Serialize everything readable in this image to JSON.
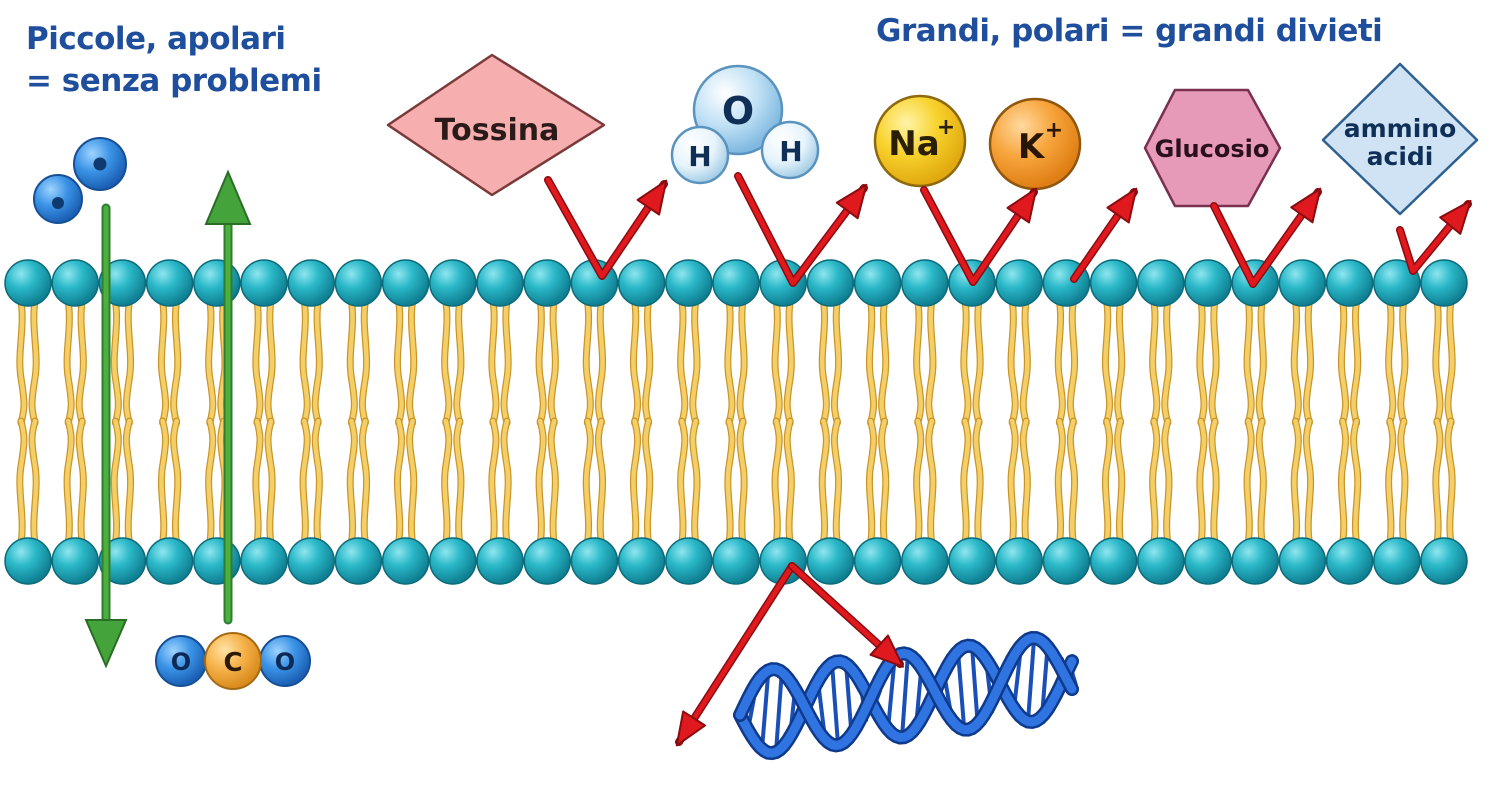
{
  "headings": {
    "small_nonpolar_line1": "Piccole, apolari",
    "small_nonpolar_line2": "= senza problemi",
    "large_polar": "Grandi, polari = grandi divieti"
  },
  "molecules": {
    "toxin": "Tossina",
    "water_oxygen": "O",
    "water_hydrogen_left": "H",
    "water_hydrogen_right": "H",
    "sodium": "Na",
    "sodium_charge": "+",
    "potassium": "K",
    "potassium_charge": "+",
    "glucose": "Glucosio",
    "amino_acids_line1": "ammino",
    "amino_acids_line2": "acidi",
    "co2_left": "O",
    "co2_center": "C",
    "co2_right": "O"
  },
  "colors": {
    "heading_text": "#1f4e9c",
    "phospholipid_head": "#23b3c4",
    "lipid_tail": "#f2c85e",
    "permeable_arrow": "#3a9a3a",
    "blocked_arrow": "#d9161e",
    "toxin_fill": "#f6aeae",
    "glucose_fill": "#e79ab8",
    "amino_acid_fill": "#cfe3f5",
    "sodium_fill": "#f8cf2c",
    "potassium_fill": "#f6a63a",
    "dna": "#1f5fd0"
  }
}
